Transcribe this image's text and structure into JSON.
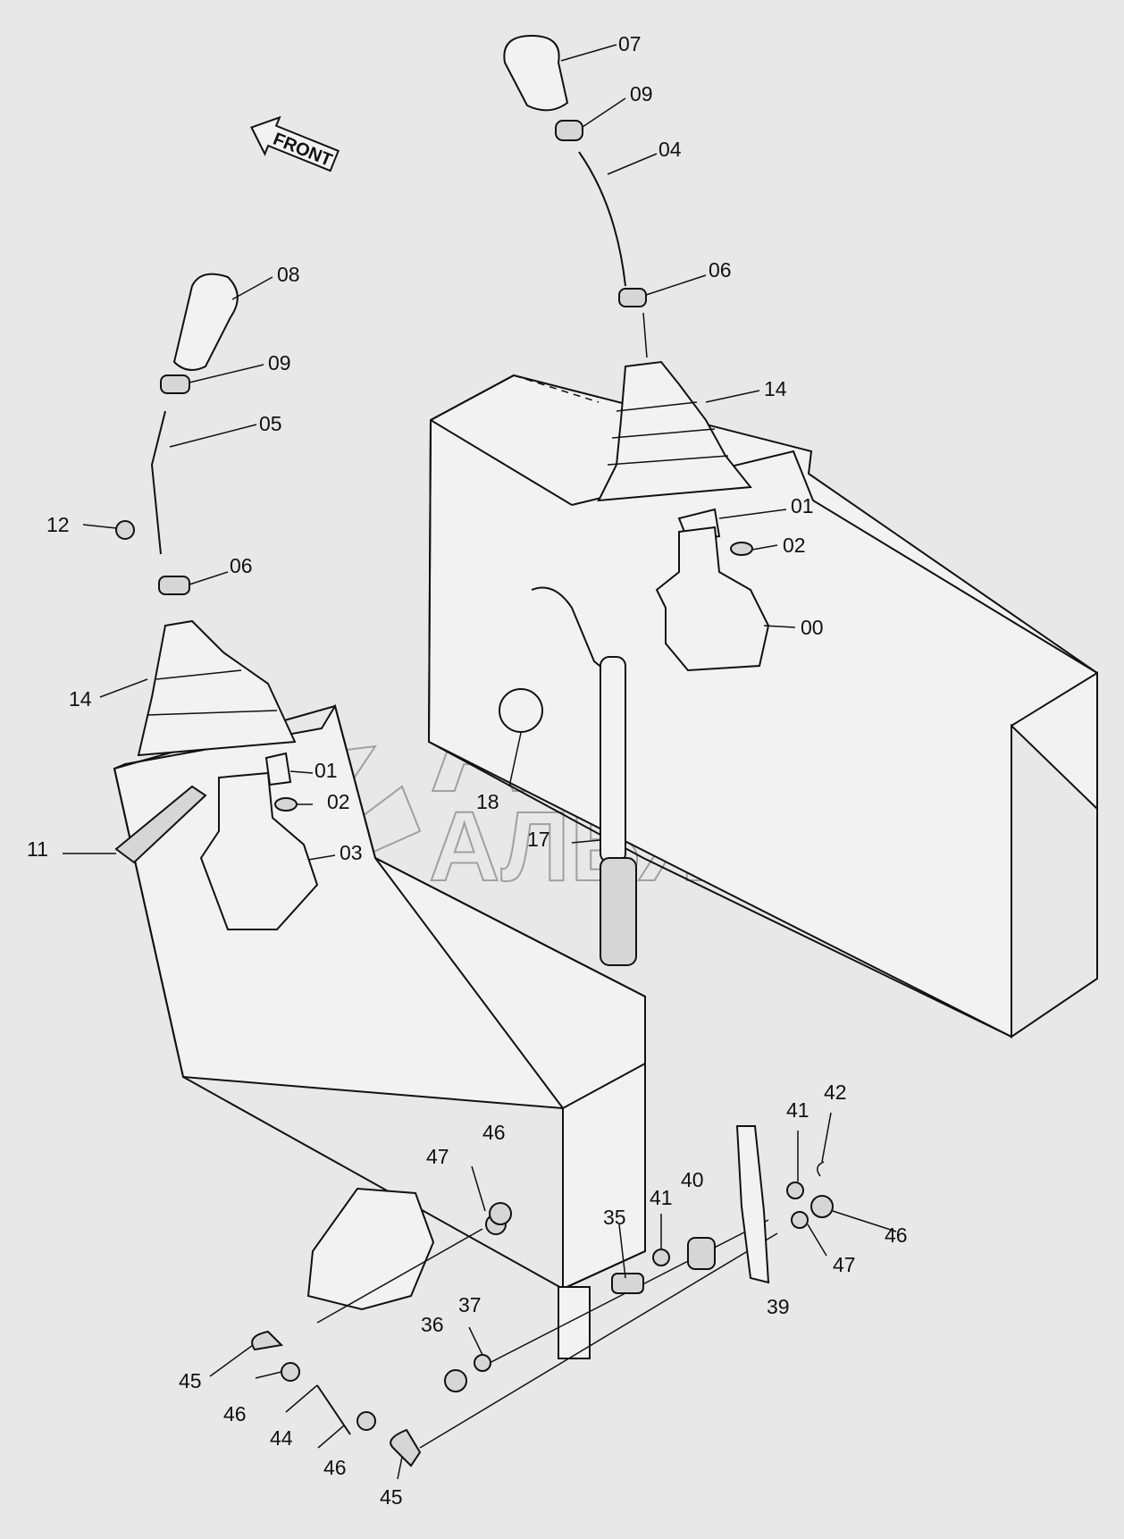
{
  "watermark": {
    "line1": "АВТО",
    "line2": "АЛЬЯНС"
  },
  "front_label": "FRONT",
  "part_labels": [
    {
      "id": "lbl-07",
      "text": "07"
    },
    {
      "id": "lbl-09-right",
      "text": "09"
    },
    {
      "id": "lbl-04",
      "text": "04"
    },
    {
      "id": "lbl-06-right",
      "text": "06"
    },
    {
      "id": "lbl-14-right",
      "text": "14"
    },
    {
      "id": "lbl-01-right",
      "text": "01"
    },
    {
      "id": "lbl-02-right",
      "text": "02"
    },
    {
      "id": "lbl-00",
      "text": "00"
    },
    {
      "id": "lbl-08",
      "text": "08"
    },
    {
      "id": "lbl-09-left",
      "text": "09"
    },
    {
      "id": "lbl-05",
      "text": "05"
    },
    {
      "id": "lbl-12",
      "text": "12"
    },
    {
      "id": "lbl-06-left",
      "text": "06"
    },
    {
      "id": "lbl-14-left",
      "text": "14"
    },
    {
      "id": "lbl-01-left",
      "text": "01"
    },
    {
      "id": "lbl-02-left",
      "text": "02"
    },
    {
      "id": "lbl-03",
      "text": "03"
    },
    {
      "id": "lbl-11",
      "text": "11"
    },
    {
      "id": "lbl-18",
      "text": "18"
    },
    {
      "id": "lbl-17",
      "text": "17"
    },
    {
      "id": "lbl-42",
      "text": "42"
    },
    {
      "id": "lbl-41-top",
      "text": "41"
    },
    {
      "id": "lbl-46-top",
      "text": "46"
    },
    {
      "id": "lbl-47-top",
      "text": "47"
    },
    {
      "id": "lbl-40",
      "text": "40"
    },
    {
      "id": "lbl-41-mid",
      "text": "41"
    },
    {
      "id": "lbl-46-right",
      "text": "46"
    },
    {
      "id": "lbl-47-right",
      "text": "47"
    },
    {
      "id": "lbl-35",
      "text": "35"
    },
    {
      "id": "lbl-39",
      "text": "39"
    },
    {
      "id": "lbl-37",
      "text": "37"
    },
    {
      "id": "lbl-36",
      "text": "36"
    },
    {
      "id": "lbl-45-top",
      "text": "45"
    },
    {
      "id": "lbl-46-low",
      "text": "46"
    },
    {
      "id": "lbl-44",
      "text": "44"
    },
    {
      "id": "lbl-46-bottom",
      "text": "46"
    },
    {
      "id": "lbl-45-bottom",
      "text": "45"
    }
  ]
}
